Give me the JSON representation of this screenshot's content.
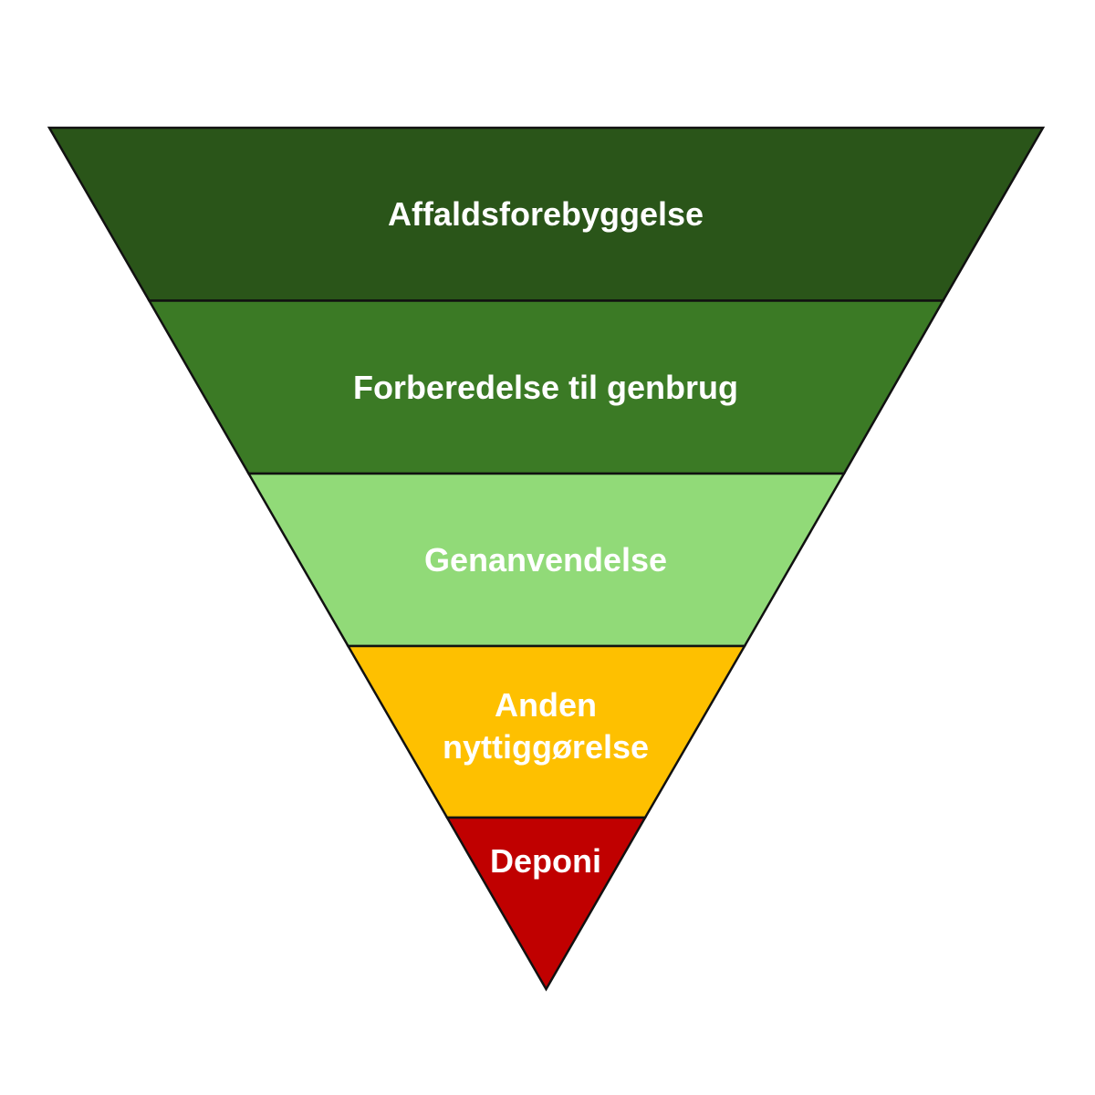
{
  "diagram": {
    "type": "inverted-pyramid",
    "tiers": [
      {
        "label": "Affaldsforebyggelse",
        "color": "#2a5519"
      },
      {
        "label": "Forberedelse til genbrug",
        "color": "#3b7a25"
      },
      {
        "label": "Genanvendelse",
        "color": "#91da78"
      },
      {
        "label": "Anden nyttiggørelse",
        "lines": [
          "Anden",
          "nyttiggørelse"
        ],
        "color": "#fec000"
      },
      {
        "label": "Deponi",
        "color": "#c00000"
      }
    ]
  }
}
